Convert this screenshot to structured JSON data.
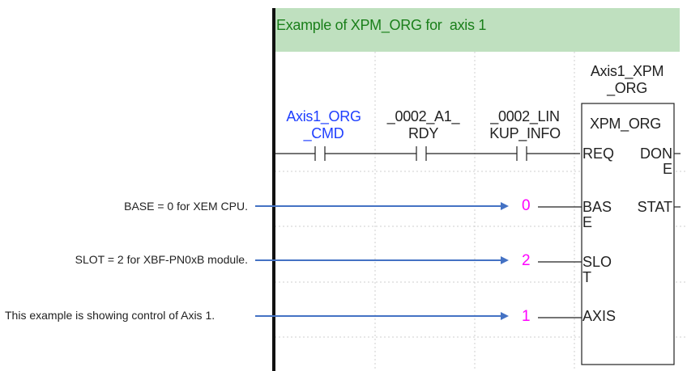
{
  "comment": {
    "text": "Example of XPM_ORG for  axis 1",
    "bg_color": "#bfe0bf"
  },
  "contacts": [
    {
      "label": "Axis1_ORG\n_CMD",
      "color": "#1f3fff"
    },
    {
      "label": "_0002_A1_\nRDY",
      "color": "#222222"
    },
    {
      "label": "_0002_LIN\nKUP_INFO",
      "color": "#222222"
    }
  ],
  "function_block": {
    "instance": "Axis1_XPM\n_ORG",
    "type": "XPM_ORG",
    "inputs": [
      "REQ",
      "BAS\nE",
      "SLO\nT",
      "AXIS"
    ],
    "outputs": [
      "DON\nE",
      "STAT"
    ]
  },
  "constants": [
    {
      "value": "0",
      "color": "#ff00ff"
    },
    {
      "value": "2",
      "color": "#ff00ff"
    },
    {
      "value": "1",
      "color": "#ff00ff"
    }
  ],
  "annotations": [
    {
      "text": "BASE = 0 for XEM CPU."
    },
    {
      "text": "SLOT = 2 for XBF-PN0xB module."
    },
    {
      "text": "This example is showing control of Axis 1."
    }
  ],
  "arrow_color": "#4472c4"
}
